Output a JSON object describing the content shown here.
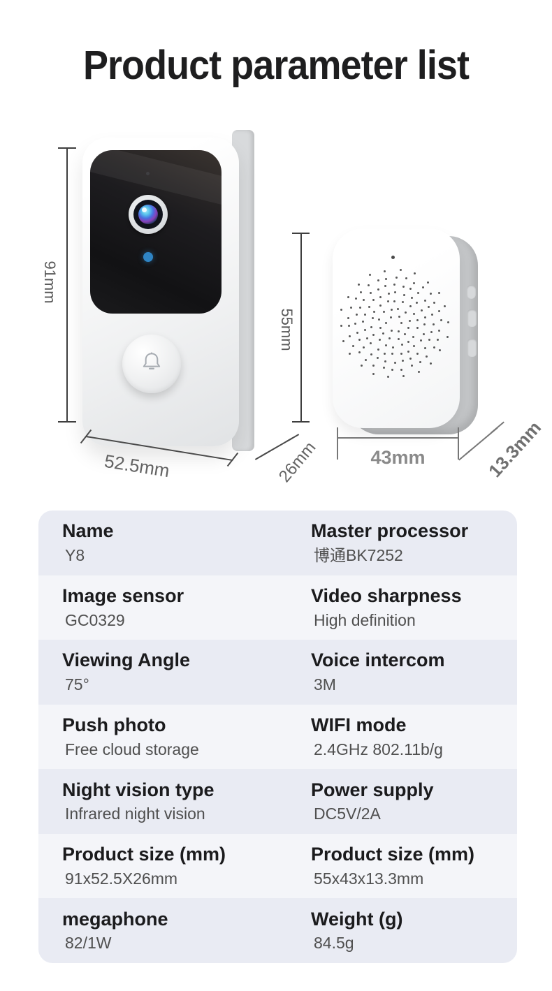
{
  "title": "Product parameter list",
  "devices": {
    "doorbell": {
      "name": "video doorbell camera",
      "height_label": "91mm",
      "width_label": "52.5mm",
      "depth_label": "26mm"
    },
    "chime": {
      "name": "wireless chime receiver",
      "height_label": "55mm",
      "width_label": "43mm",
      "depth_label": "13.3mm"
    }
  },
  "colors": {
    "row_alt_dark": "#e9ebf3",
    "row_alt_light": "#f4f5f9",
    "led_blue": "#2f84c4",
    "title_text": "#1e1e1f"
  },
  "spec_table": {
    "rows": [
      {
        "left": {
          "label": "Name",
          "value": "Y8"
        },
        "right": {
          "label": "Master processor",
          "value": "博通BK7252"
        }
      },
      {
        "left": {
          "label": "Image sensor",
          "value": "GC0329"
        },
        "right": {
          "label": "Video sharpness",
          "value": "High definition"
        }
      },
      {
        "left": {
          "label": "Viewing Angle",
          "value": "75°"
        },
        "right": {
          "label": "Voice intercom",
          "value": "3M"
        }
      },
      {
        "left": {
          "label": "Push photo",
          "value": "Free cloud storage"
        },
        "right": {
          "label": "WIFI mode",
          "value": "2.4GHz 802.11b/g"
        }
      },
      {
        "left": {
          "label": "Night vision type",
          "value": "Infrared night vision"
        },
        "right": {
          "label": "Power supply",
          "value": "DC5V/2A"
        }
      },
      {
        "left": {
          "label": "Product size (mm)",
          "value": "91x52.5X26mm"
        },
        "right": {
          "label": "Product size (mm)",
          "value": "55x43x13.3mm"
        }
      },
      {
        "left": {
          "label": "megaphone",
          "value": "82/1W"
        },
        "right": {
          "label": "Weight (g)",
          "value": "84.5g"
        }
      }
    ]
  }
}
